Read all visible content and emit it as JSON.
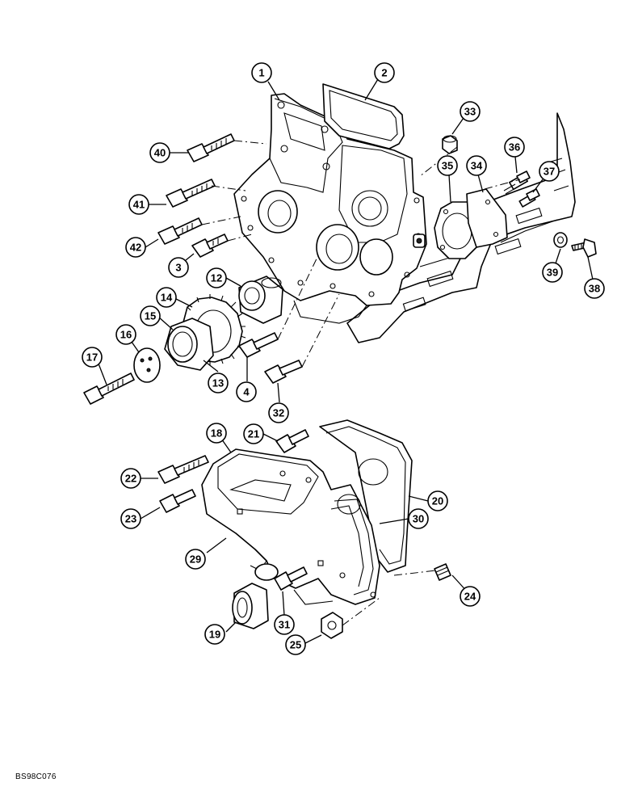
{
  "diagram": {
    "drawing_code": "BS98C076",
    "callouts": [
      {
        "id": "c1",
        "label": "1"
      },
      {
        "id": "c2",
        "label": "2"
      },
      {
        "id": "c33",
        "label": "33"
      },
      {
        "id": "c40",
        "label": "40"
      },
      {
        "id": "c36",
        "label": "36"
      },
      {
        "id": "c35",
        "label": "35"
      },
      {
        "id": "c34",
        "label": "34"
      },
      {
        "id": "c37",
        "label": "37"
      },
      {
        "id": "c41",
        "label": "41"
      },
      {
        "id": "c42",
        "label": "42"
      },
      {
        "id": "c3",
        "label": "3"
      },
      {
        "id": "c39",
        "label": "39"
      },
      {
        "id": "c38",
        "label": "38"
      },
      {
        "id": "c12",
        "label": "12"
      },
      {
        "id": "c14",
        "label": "14"
      },
      {
        "id": "c15",
        "label": "15"
      },
      {
        "id": "c16",
        "label": "16"
      },
      {
        "id": "c17",
        "label": "17"
      },
      {
        "id": "c13",
        "label": "13"
      },
      {
        "id": "c4",
        "label": "4"
      },
      {
        "id": "c32",
        "label": "32"
      },
      {
        "id": "c18",
        "label": "18"
      },
      {
        "id": "c21",
        "label": "21"
      },
      {
        "id": "c22",
        "label": "22"
      },
      {
        "id": "c20",
        "label": "20"
      },
      {
        "id": "c23",
        "label": "23"
      },
      {
        "id": "c30",
        "label": "30"
      },
      {
        "id": "c29",
        "label": "29"
      },
      {
        "id": "c24",
        "label": "24"
      },
      {
        "id": "c31",
        "label": "31"
      },
      {
        "id": "c19",
        "label": "19"
      },
      {
        "id": "c25",
        "label": "25"
      }
    ]
  }
}
